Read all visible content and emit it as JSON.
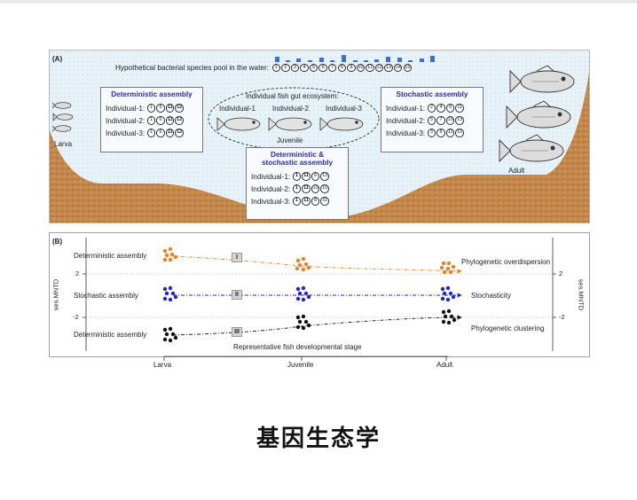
{
  "panel_a": {
    "label": "(A)",
    "pool_title": "Hypothetical bacterial species pool in the water:",
    "pool": [
      "1",
      "2",
      "3",
      "4",
      "5",
      "6",
      "7",
      "8",
      "9",
      "10",
      "11",
      "12",
      "13",
      "14",
      "15"
    ],
    "pool_bar_color": "#3a6ed8",
    "larva_label": "Larva",
    "adult_label": "Adult",
    "juvenile_label": "Juvenile",
    "ecosystem_title": "Individual fish gut ecosystem:",
    "ecosystem_individuals": [
      "Individual-1",
      "Individual-2",
      "Individual-3"
    ],
    "deterministic": {
      "title": "Deterministic assembly",
      "rows": [
        {
          "label": "Individual-1:",
          "items": [
            "1",
            "6",
            "11",
            "12"
          ],
          "bold": [
            "11",
            "12"
          ]
        },
        {
          "label": "Individual-2:",
          "items": [
            "1",
            "6",
            "11",
            "12"
          ],
          "bold": [
            "11",
            "12"
          ]
        },
        {
          "label": "Individual-3:",
          "items": [
            "1",
            "6",
            "11",
            "12"
          ],
          "bold": [
            "11",
            "12"
          ]
        }
      ]
    },
    "stochastic": {
      "title": "Stochastic assembly",
      "rows": [
        {
          "label": "Individual-1:",
          "items": [
            "2",
            "4",
            "6",
            "11"
          ]
        },
        {
          "label": "Individual-2:",
          "items": [
            "5",
            "7",
            "10",
            "13"
          ]
        },
        {
          "label": "Individual-3:",
          "items": [
            "3",
            "8",
            "11",
            "15"
          ]
        }
      ]
    },
    "mixed": {
      "title_line1": "Deterministic &",
      "title_line2": "stochastic assembly",
      "rows": [
        {
          "label": "Individual-1:",
          "items": [
            "1",
            "11",
            "6",
            "13"
          ],
          "bold": [
            "1",
            "11"
          ]
        },
        {
          "label": "Individual-2:",
          "items": [
            "1",
            "11",
            "10",
            "15"
          ],
          "bold": [
            "1",
            "11"
          ]
        },
        {
          "label": "Individual-3:",
          "items": [
            "1",
            "11",
            "8",
            "11"
          ],
          "bold": [
            "1",
            "11"
          ]
        }
      ]
    },
    "colors": {
      "water": "#e4f0f7",
      "sediment": "#c48a4d",
      "title_blue": "#2b2bb0"
    }
  },
  "panel_b": {
    "label": "(B)",
    "y_axis_label": "ses.MNTD",
    "y_ticks": [
      "2",
      "-2"
    ],
    "left_rows": [
      "Deterministic assembly",
      "Stochastic assembly",
      "Deterministic assembly"
    ],
    "right_rows": [
      "Phylogenetic overdispersion",
      "Stochasticity",
      "Phylogenetic clustering"
    ],
    "roman": [
      "I",
      "II",
      "III"
    ],
    "stage_axis_title": "Representative fish developmental stage",
    "x_ticks": [
      "Larva",
      "Juvenile",
      "Adult"
    ],
    "series_colors": [
      "#f07d1e",
      "#2222dd",
      "#111111"
    ]
  },
  "caption": "基因生态学"
}
